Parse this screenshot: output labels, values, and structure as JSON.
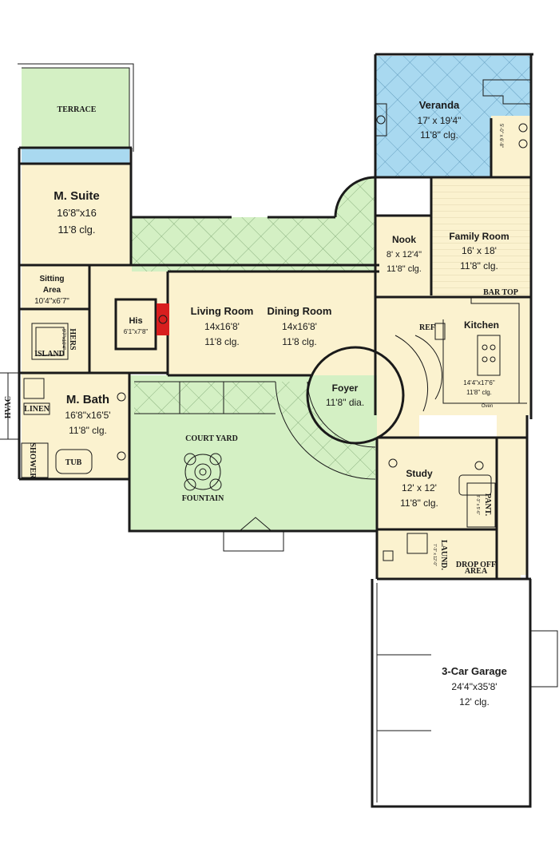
{
  "colors": {
    "room_fill": "#fbf2cf",
    "terrace_fill": "#d4f0c4",
    "veranda_fill": "#a9d9f0",
    "garage_fill": "#ffffff",
    "wall": "#1a1a1a",
    "fireplace": "#d81e1e"
  },
  "rooms": {
    "terrace": {
      "name": "TERRACE"
    },
    "m_suite": {
      "name": "M. Suite",
      "size": "16'8\"x16",
      "clg": "11'8 clg."
    },
    "sitting": {
      "name": "Sitting",
      "name2": "Area",
      "size": "10'4\"x6'7\""
    },
    "hers": {
      "name": "HERS",
      "size": "9'7\"x10'4\""
    },
    "island": {
      "name": "ISLAND"
    },
    "his": {
      "name": "His",
      "size": "6'1\"x7'8\""
    },
    "hvac": {
      "name": "HVAC"
    },
    "linen": {
      "name": "LINEN"
    },
    "shower": {
      "name": "SHOWER"
    },
    "tub": {
      "name": "TUB"
    },
    "m_bath": {
      "name": "M. Bath",
      "size": "16'8\"x16'5'",
      "clg": "11'8\" clg."
    },
    "living": {
      "name": "Living Room",
      "size": "14x16'8'",
      "clg": "11'8 clg."
    },
    "dining": {
      "name": "Dining Room",
      "size": "14x16'8'",
      "clg": "11'8 clg."
    },
    "veranda": {
      "name": "Veranda",
      "size": "17' x 19'4\"",
      "clg": "11'8\" clg."
    },
    "veranda_bath": {
      "size": "5'-0\" x 6'-8\""
    },
    "nook": {
      "name": "Nook",
      "size": "8' x 12'4\"",
      "clg": "11'8\" clg."
    },
    "family": {
      "name": "Family Room",
      "size": "16' x 18'",
      "clg": "11'8\" clg."
    },
    "bar_top": {
      "name": "BAR TOP"
    },
    "ref": {
      "name": "REF"
    },
    "kitchen": {
      "name": "Kitchen",
      "size": "14'4\"x17'6\"",
      "clg": "11'8\" clg."
    },
    "oven": {
      "name": "Oven"
    },
    "foyer": {
      "name": "Foyer",
      "size": "11'8\" dia."
    },
    "court_yard": {
      "name": "COURT YARD"
    },
    "fountain": {
      "name": "FOUNTAIN"
    },
    "study": {
      "name": "Study",
      "size": "12' x 12'",
      "clg": "11'8\" clg."
    },
    "pant": {
      "name": "PANT.",
      "size": "8'-3\" x 5'-6\""
    },
    "laund": {
      "name": "LAUND.",
      "size": "7'-3\" x 12'-0\""
    },
    "drop_off": {
      "name": "DROP OFF",
      "name2": "AREA"
    },
    "garage": {
      "name": "3-Car Garage",
      "size": "24'4\"x35'8'",
      "clg": "12' clg."
    }
  }
}
